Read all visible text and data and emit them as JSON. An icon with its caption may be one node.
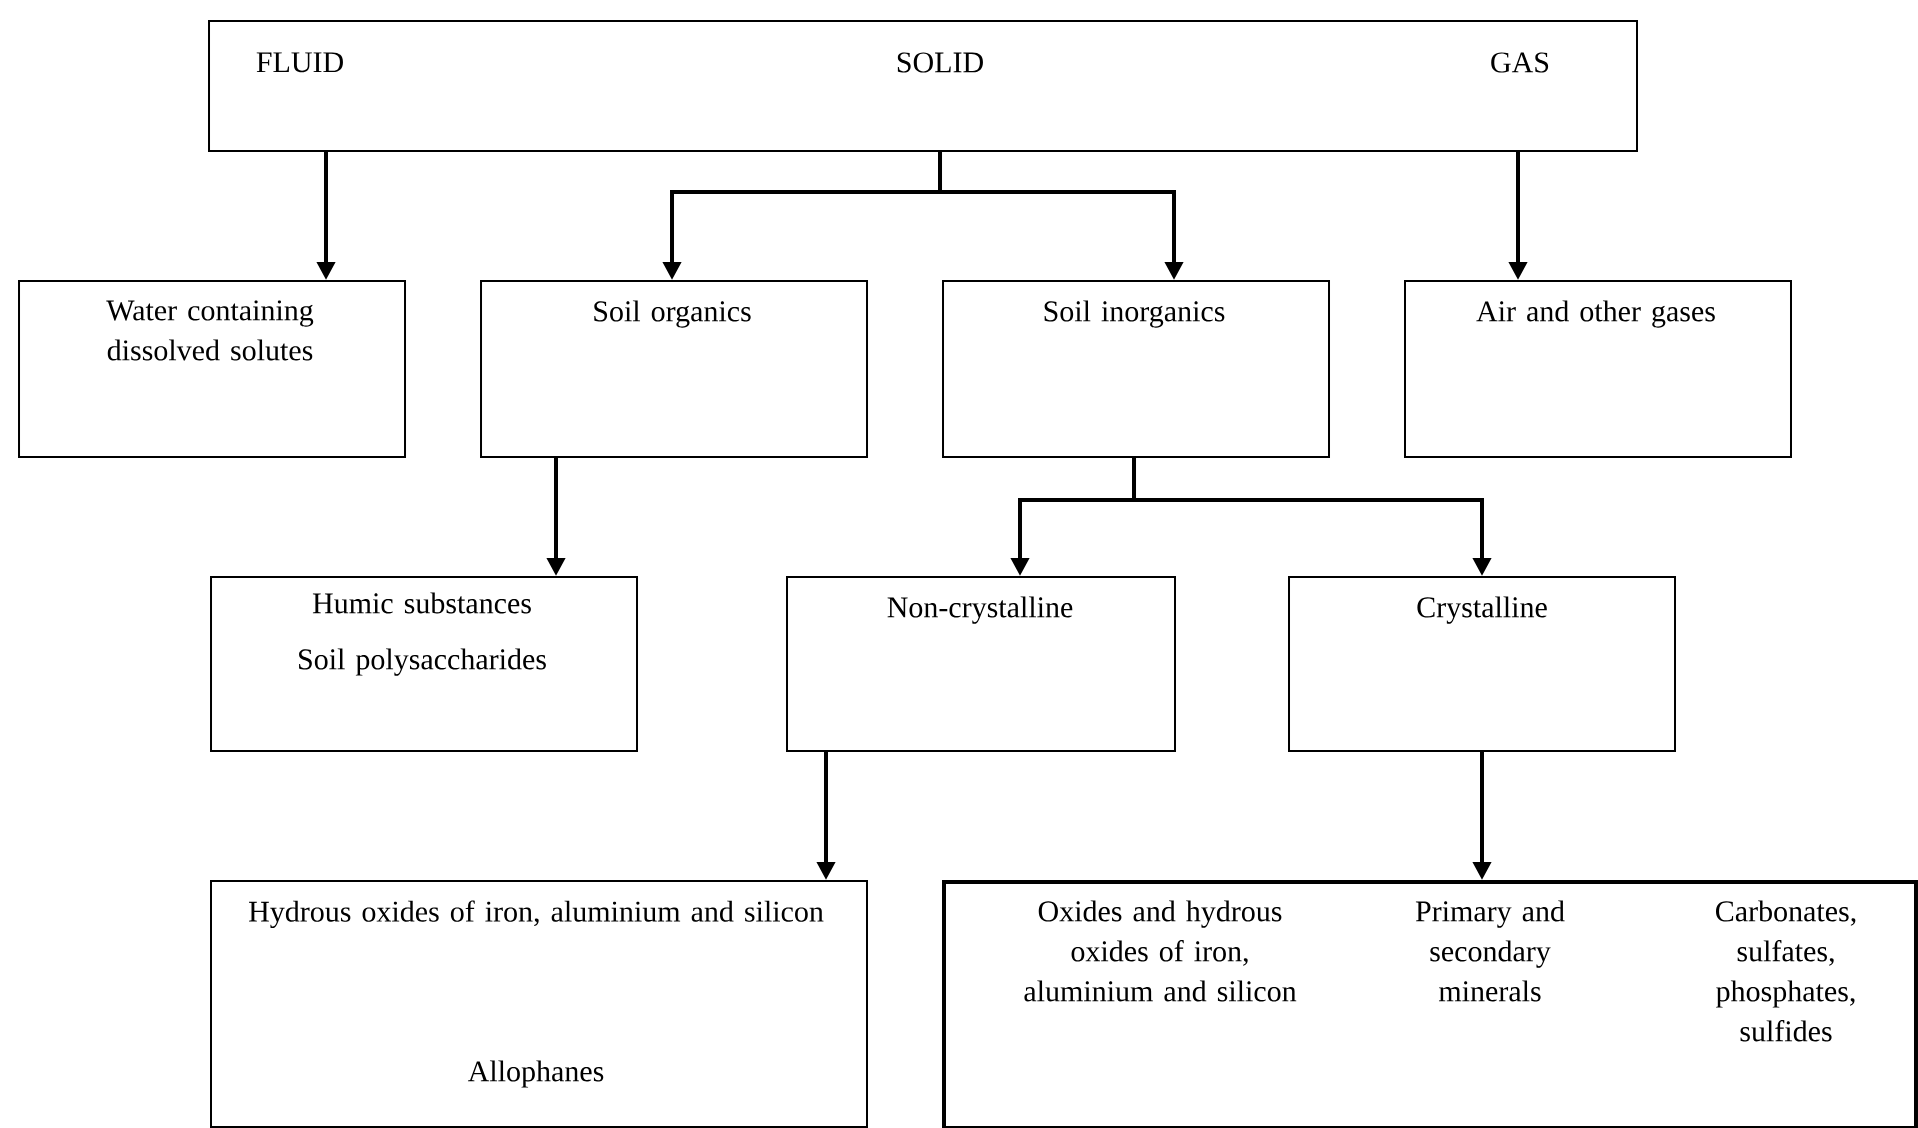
{
  "diagram": {
    "nodes": [
      {
        "text": [
          "FLUID",
          "SOLID",
          "GAS"
        ]
      },
      {
        "text": [
          "Water containing dissolved solutes"
        ]
      },
      {
        "text": [
          "Soil organics"
        ]
      },
      {
        "text": [
          "Soil inorganics"
        ]
      },
      {
        "text": [
          "Air and other gases"
        ]
      },
      {
        "text": [
          "Humic substances",
          "Soil polysaccharides"
        ]
      },
      {
        "text": [
          "Non-crystalline"
        ]
      },
      {
        "text": [
          "Crystalline"
        ]
      },
      {
        "text": [
          "Hydrous oxides of iron, aluminium and silicon",
          "Allophanes"
        ]
      },
      {
        "text": [
          "Oxides and hydrous oxides of iron, aluminium and silicon",
          "Primary and secondary minerals",
          "Carbonates, sulfates, phosphates, sulfides"
        ]
      }
    ],
    "edges": [
      {
        "from": 0,
        "to": 1,
        "arrow": "to"
      },
      {
        "from": 0,
        "to": 2,
        "arrow": "to"
      },
      {
        "from": 0,
        "to": 3,
        "arrow": "to"
      },
      {
        "from": 0,
        "to": 4,
        "arrow": "to"
      },
      {
        "from": 2,
        "to": 5,
        "arrow": "to"
      },
      {
        "from": 3,
        "to": 6,
        "arrow": "to"
      },
      {
        "from": 3,
        "to": 7,
        "arrow": "to"
      },
      {
        "from": 6,
        "to": 8,
        "arrow": "to"
      },
      {
        "from": 7,
        "to": 9,
        "arrow": "to"
      }
    ]
  }
}
